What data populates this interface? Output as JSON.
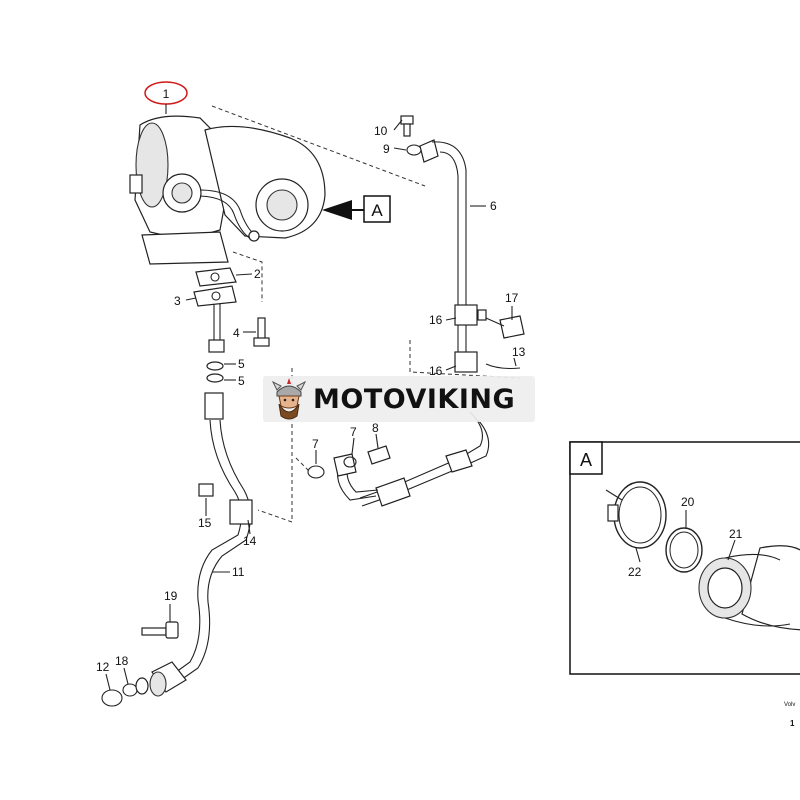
{
  "callouts": {
    "c1": "1",
    "c2": "2",
    "c3": "3",
    "c4": "4",
    "c5a": "5",
    "c5b": "5",
    "c6": "6",
    "c7a": "7",
    "c7b": "7",
    "c8": "8",
    "c9": "9",
    "c10": "10",
    "c11": "11",
    "c12": "12",
    "c13": "13",
    "c14": "14",
    "c15": "15",
    "c16a": "16",
    "c16b": "16",
    "c17": "17",
    "c18": "18",
    "c19": "19",
    "c20": "20",
    "c21": "21",
    "c22": "22"
  },
  "view_marker": "A",
  "detail": {
    "title": "A"
  },
  "watermark": {
    "text": "MOTOVIKING"
  },
  "corner_text": {
    "line1": "Volv",
    "line2": "1"
  },
  "colors": {
    "highlight_circle": "#d01818",
    "line": "#222222"
  }
}
